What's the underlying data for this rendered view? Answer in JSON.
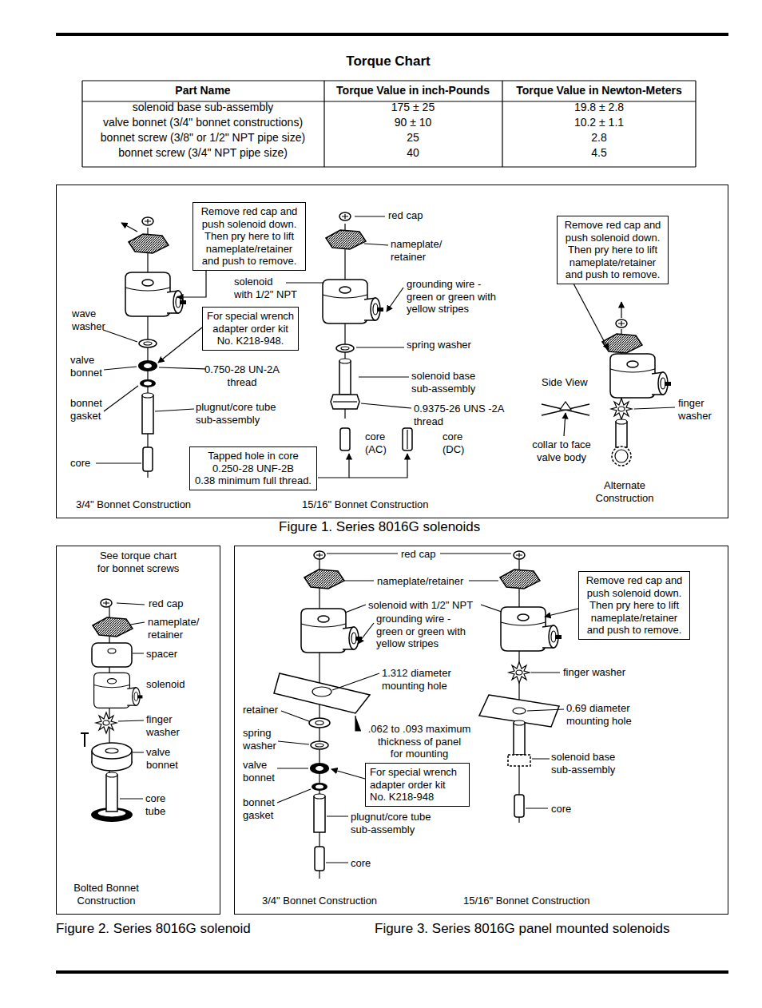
{
  "diagram": {
    "title": "Torque Chart",
    "nodes": [
      {
        "text": [
          "3/4\" Bonnet Construction",
          "15/16\" Bonnet Construction",
          "Alternate Construction"
        ]
      },
      {
        "text": [
          "Remove red cap and push solenoid down. Then pry here to lift nameplate/retainer and push to remove."
        ],
        "in": 0
      },
      {
        "text": [
          "For special wrench adapter order kit No. K218-948."
        ],
        "in": 0
      },
      {
        "text": [
          "Tapped hole in core 0.250-28 UNF-2B 0.38 minimum full thread."
        ],
        "in": 0
      },
      {
        "text": [
          "Remove red cap and push solenoid down. Then pry here to lift nameplate/retainer and push to remove."
        ],
        "in": 0
      },
      {
        "text": [
          "Bolted Bonnet Construction"
        ]
      },
      {
        "text": [
          "3/4\" Bonnet Construction",
          "15/16\" Bonnet Construction"
        ]
      },
      {
        "text": [
          "For special wrench adapter order kit No. K218-948"
        ],
        "in": 6
      },
      {
        "text": [
          "Remove red cap and push solenoid down. Then pry here to lift nameplate/retainer and push to remove."
        ],
        "in": 6
      }
    ],
    "labels": [
      "Part Name",
      "Torque Value in inch-Pounds",
      "Torque Value in Newton-Meters",
      "solenoid base sub-assembly",
      "175 ± 25",
      "19.8 ± 2.8",
      "valve bonnet (3/4\" bonnet constructions)",
      "90 ± 10",
      "10.2 ± 1.1",
      "bonnet screw (3/8\" or 1/2\" NPT pipe size)",
      "25",
      "2.8",
      "bonnet screw (3/4\" NPT pipe size)",
      "40",
      "4.5",
      "red cap",
      "nameplate/ retainer",
      "solenoid with 1/2\" NPT",
      "grounding wire - green or green with yellow stripes",
      "wave washer",
      "spring washer",
      "valve bonnet",
      "0.750-28 UN-2A thread",
      "solenoid base sub-assembly",
      "bonnet gasket",
      "plugnut/core tube sub-assembly",
      "0.9375-26 UNS -2A thread",
      "Side View",
      "finger washer",
      "core (AC)",
      "core (DC)",
      "collar to face valve body",
      "core",
      "Figure 1. Series 8016G solenoids",
      "See torque chart for bonnet screws",
      "red cap",
      "nameplate/ retainer",
      "spacer",
      "solenoid",
      "finger washer",
      "valve bonnet",
      "core tube",
      "Figure 2. Series 8016G solenoid",
      "red cap",
      "nameplate/retainer",
      "solenoid with 1/2\" NPT",
      "grounding wire - green or green with yellow stripes",
      "1.312 diameter mounting hole",
      "retainer",
      "spring washer",
      ".062 to .093 maximum thickness of panel for mounting",
      "valve bonnet",
      "bonnet gasket",
      "plugnut/core tube sub-assembly",
      "core",
      "finger washer",
      "0.69 diameter mounting hole",
      "solenoid base sub-assembly",
      "core",
      "Figure 3. Series 8016G panel mounted solenoids"
    ]
  }
}
